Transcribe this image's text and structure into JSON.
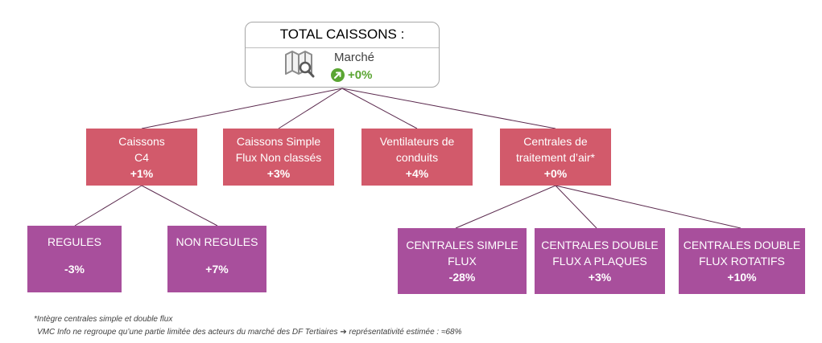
{
  "root": {
    "title": "TOTAL CAISSONS :",
    "label": "Marché",
    "value": "+0%",
    "icon": "map-search-icon",
    "trend_icon": "arrow-up-right-icon"
  },
  "level1": [
    {
      "line1": "Caissons",
      "line2": "C4",
      "value": "+1%"
    },
    {
      "line1": "Caissons Simple",
      "line2": "Flux Non classés",
      "value": "+3%"
    },
    {
      "line1": "Ventilateurs de",
      "line2": "conduits",
      "value": "+4%"
    },
    {
      "line1": "Centrales de",
      "line2": "traitement d’air*",
      "value": "+0%"
    }
  ],
  "level2": [
    {
      "line1": "REGULES",
      "line2": "",
      "value": "-3%"
    },
    {
      "line1": "NON REGULES",
      "line2": "",
      "value": "+7%"
    },
    {
      "line1": "CENTRALES SIMPLE",
      "line2": "FLUX",
      "value": "-28%"
    },
    {
      "line1": "CENTRALES DOUBLE",
      "line2": "FLUX A PLAQUES",
      "value": "+3%"
    },
    {
      "line1": "CENTRALES DOUBLE",
      "line2": "FLUX ROTATIFS",
      "value": "+10%"
    }
  ],
  "notes": {
    "footnote": "*Intègre centrales simple et double flux",
    "source_before": "VMC Info ne regroupe qu’une partie limitée des acteurs du marché des DF Tertiaires",
    "arrow": "➔",
    "source_after": "représentativité estimée : ≈68%"
  },
  "colors": {
    "level1": "#d25a6b",
    "level2": "#a84f9c",
    "connector": "#5b2a4e",
    "trend": "#5aa532"
  }
}
